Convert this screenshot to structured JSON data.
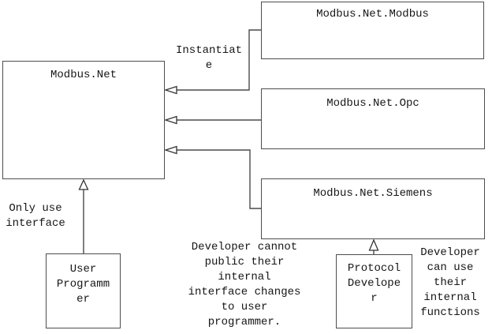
{
  "diagram": {
    "nodes": {
      "modbus_net": {
        "label": "Modbus.Net"
      },
      "modbus_net_modbus": {
        "label": "Modbus.Net.Modbus"
      },
      "modbus_net_opc": {
        "label": "Modbus.Net.Opc"
      },
      "modbus_net_siemens": {
        "label": "Modbus.Net.Siemens"
      },
      "user_programmer": {
        "label": "User\nProgramm\ner"
      },
      "protocol_developer": {
        "label": "Protocol\nDevelope\nr"
      }
    },
    "annotations": {
      "instantiate": "Instantiat\ne",
      "only_use_interface": "Only use\ninterface",
      "developer_cannot": "Developer cannot\npublic their\ninternal\ninterface changes\nto user\nprogrammer.",
      "developer_can_use": "Developer\ncan use\ntheir\ninternal\nfunctions"
    },
    "edges": [
      {
        "from": "modbus_net_modbus",
        "to": "modbus_net",
        "style": "hollow-arrow"
      },
      {
        "from": "modbus_net_opc",
        "to": "modbus_net",
        "style": "hollow-arrow"
      },
      {
        "from": "modbus_net_siemens",
        "to": "modbus_net",
        "style": "hollow-arrow"
      },
      {
        "from": "user_programmer",
        "to": "modbus_net",
        "style": "hollow-arrow"
      },
      {
        "from": "protocol_developer",
        "to": "modbus_net_siemens",
        "style": "hollow-arrow"
      }
    ],
    "colors": {
      "line": "#4a4a4a",
      "border": "#4d4d4d",
      "text": "#161616",
      "background": "#ffffff"
    }
  }
}
